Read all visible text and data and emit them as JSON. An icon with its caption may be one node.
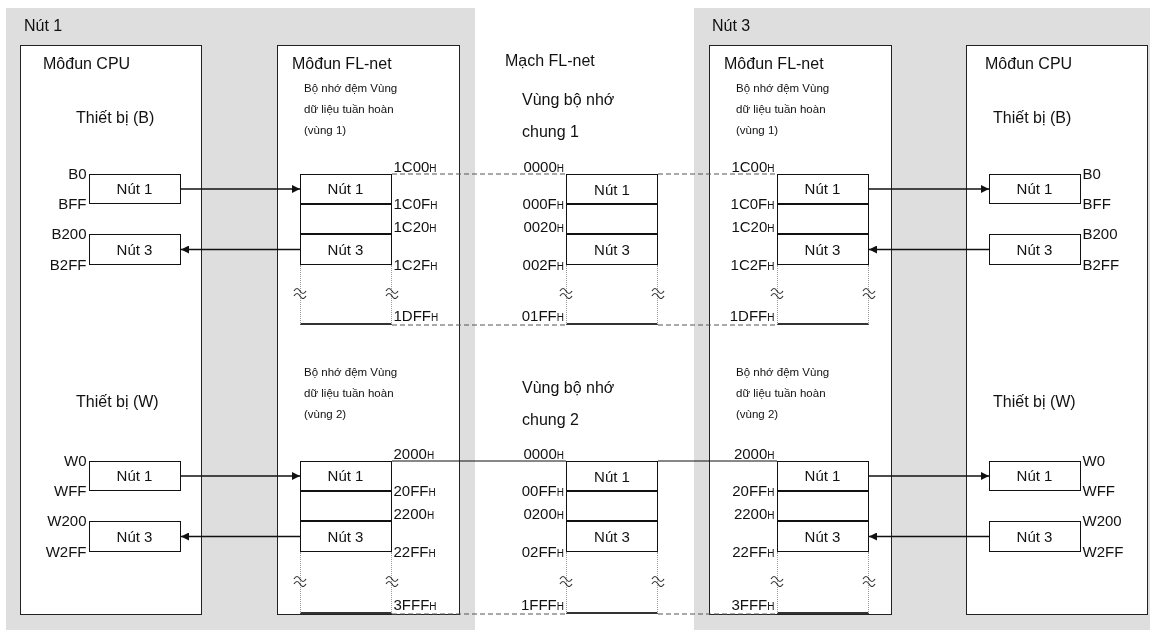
{
  "diagram": {
    "nodes": [
      {
        "text": [
          "Nút 1"
        ]
      },
      {
        "text": [
          "Môđun CPU",
          "Thiết bị (B)",
          "Thiết bị (W)"
        ],
        "in": 0
      },
      {
        "text": [
          "Nút 1"
        ],
        "in": 1,
        "beside": [
          "B0",
          "BFF"
        ]
      },
      {
        "text": [
          "Nút 3"
        ],
        "in": 1,
        "beside": [
          "B200",
          "B2FF"
        ]
      },
      {
        "text": [
          "Nút 1"
        ],
        "in": 1,
        "beside": [
          "W0",
          "WFF"
        ]
      },
      {
        "text": [
          "Nút 3"
        ],
        "in": 1,
        "beside": [
          "W200",
          "W2FF"
        ]
      },
      {
        "text": [
          "Môđun FL-net",
          "Bộ nhớ đệm Vùng dữ liệu tuần hoàn (vùng 1)",
          "Bộ nhớ đệm Vùng dữ liệu tuần hoàn (vùng 2)"
        ],
        "in": 0
      },
      {
        "text": [
          "Nút 1"
        ],
        "in": 6,
        "beside": [
          "1C00$_{H}$",
          "1C0F$_{H}$"
        ]
      },
      {
        "text": [],
        "shape": "box",
        "in": 6
      },
      {
        "text": [
          "Nút 3"
        ],
        "in": 6,
        "beside": [
          "1C20$_{H}$",
          "1C2F$_{H}$"
        ]
      },
      {
        "text": [],
        "shape": "box",
        "in": 6,
        "beside": [
          "1DFF$_{H}$"
        ]
      },
      {
        "text": [
          "Nút 1"
        ],
        "in": 6,
        "beside": [
          "2000$_{H}$",
          "20FF$_{H}$"
        ]
      },
      {
        "text": [],
        "shape": "box",
        "in": 6
      },
      {
        "text": [
          "Nút 3"
        ],
        "in": 6,
        "beside": [
          "2200$_{H}$",
          "22FF$_{H}$"
        ]
      },
      {
        "text": [],
        "shape": "box",
        "in": 6,
        "beside": [
          "3FFF$_{H}$"
        ]
      },
      {
        "text": [
          "Nút 1"
        ],
        "beside": [
          "0000$_{H}$",
          "000F$_{H}$"
        ]
      },
      {
        "text": [],
        "shape": "box"
      },
      {
        "text": [
          "Nút 3"
        ],
        "beside": [
          "0020$_{H}$",
          "002F$_{H}$"
        ]
      },
      {
        "text": [],
        "shape": "box",
        "beside": [
          "01FF$_{H}$"
        ]
      },
      {
        "text": [
          "Nút 1"
        ],
        "beside": [
          "0000$_{H}$",
          "00FF$_{H}$"
        ]
      },
      {
        "text": [],
        "shape": "box"
      },
      {
        "text": [
          "Nút 3"
        ],
        "beside": [
          "0200$_{H}$",
          "02FF$_{H}$"
        ]
      },
      {
        "text": [],
        "shape": "box",
        "beside": [
          "1FFF$_{H}$"
        ]
      },
      {
        "text": [
          "Nút 3"
        ]
      },
      {
        "text": [
          "Môđun FL-net",
          "Bộ nhớ đệm Vùng dữ liệu tuần hoàn (vùng 1)",
          "Bộ nhớ đệm Vùng dữ liệu tuần hoàn (vùng 2)"
        ],
        "in": 23
      },
      {
        "text": [
          "Nút 1"
        ],
        "in": 24,
        "beside": [
          "1C00$_{H}$",
          "1C0F$_{H}$"
        ]
      },
      {
        "text": [],
        "shape": "box",
        "in": 24
      },
      {
        "text": [
          "Nút 3"
        ],
        "in": 24,
        "beside": [
          "1C20$_{H}$",
          "1C2F$_{H}$"
        ]
      },
      {
        "text": [],
        "shape": "box",
        "in": 24,
        "beside": [
          "1DFF$_{H}$"
        ]
      },
      {
        "text": [
          "Nút 1"
        ],
        "in": 24,
        "beside": [
          "2000$_{H}$",
          "20FF$_{H}$"
        ]
      },
      {
        "text": [],
        "shape": "box",
        "in": 24
      },
      {
        "text": [
          "Nút 3"
        ],
        "in": 24,
        "beside": [
          "2200$_{H}$",
          "22FF$_{H}$"
        ]
      },
      {
        "text": [],
        "shape": "box",
        "in": 24,
        "beside": [
          "3FFF$_{H}$"
        ]
      },
      {
        "text": [
          "Môđun CPU",
          "Thiết bị (B)",
          "Thiết bị (W)"
        ],
        "in": 23
      },
      {
        "text": [
          "Nút 1"
        ],
        "in": 33,
        "beside": [
          "B0",
          "BFF"
        ]
      },
      {
        "text": [
          "Nút 3"
        ],
        "in": 33,
        "beside": [
          "B200",
          "B2FF"
        ]
      },
      {
        "text": [
          "Nút 1"
        ],
        "in": 33,
        "beside": [
          "W0",
          "WFF"
        ]
      },
      {
        "text": [
          "Nút 3"
        ],
        "in": 33,
        "beside": [
          "W200",
          "W2FF"
        ]
      }
    ],
    "edges": [
      {
        "from": 2,
        "to": 7,
        "arrow": "to"
      },
      {
        "from": 9,
        "to": 3,
        "arrow": "to"
      },
      {
        "from": 4,
        "to": 11,
        "arrow": "to"
      },
      {
        "from": 13,
        "to": 5,
        "arrow": "to"
      },
      {
        "from": 25,
        "to": 34,
        "arrow": "to"
      },
      {
        "from": 35,
        "to": 27,
        "arrow": "to"
      },
      {
        "from": 29,
        "to": 36,
        "arrow": "to"
      },
      {
        "from": 37,
        "to": 31,
        "arrow": "to"
      },
      {
        "from": 7,
        "to": 15,
        "arrow": "none",
        "style": "dashed"
      },
      {
        "from": 15,
        "to": 25,
        "arrow": "none",
        "style": "dashed"
      },
      {
        "from": 10,
        "to": 18,
        "arrow": "none",
        "style": "dashed"
      },
      {
        "from": 18,
        "to": 28,
        "arrow": "none",
        "style": "dashed"
      },
      {
        "from": 11,
        "to": 19,
        "arrow": "none"
      },
      {
        "from": 19,
        "to": 29,
        "arrow": "none"
      },
      {
        "from": 14,
        "to": 22,
        "arrow": "none",
        "style": "dashed"
      },
      {
        "from": 22,
        "to": 32,
        "arrow": "none",
        "style": "dashed"
      }
    ],
    "labels": [
      "Mạch FL-net",
      "Vùng bộ nhớ chung 1",
      "Vùng bộ nhớ chung 2"
    ]
  }
}
